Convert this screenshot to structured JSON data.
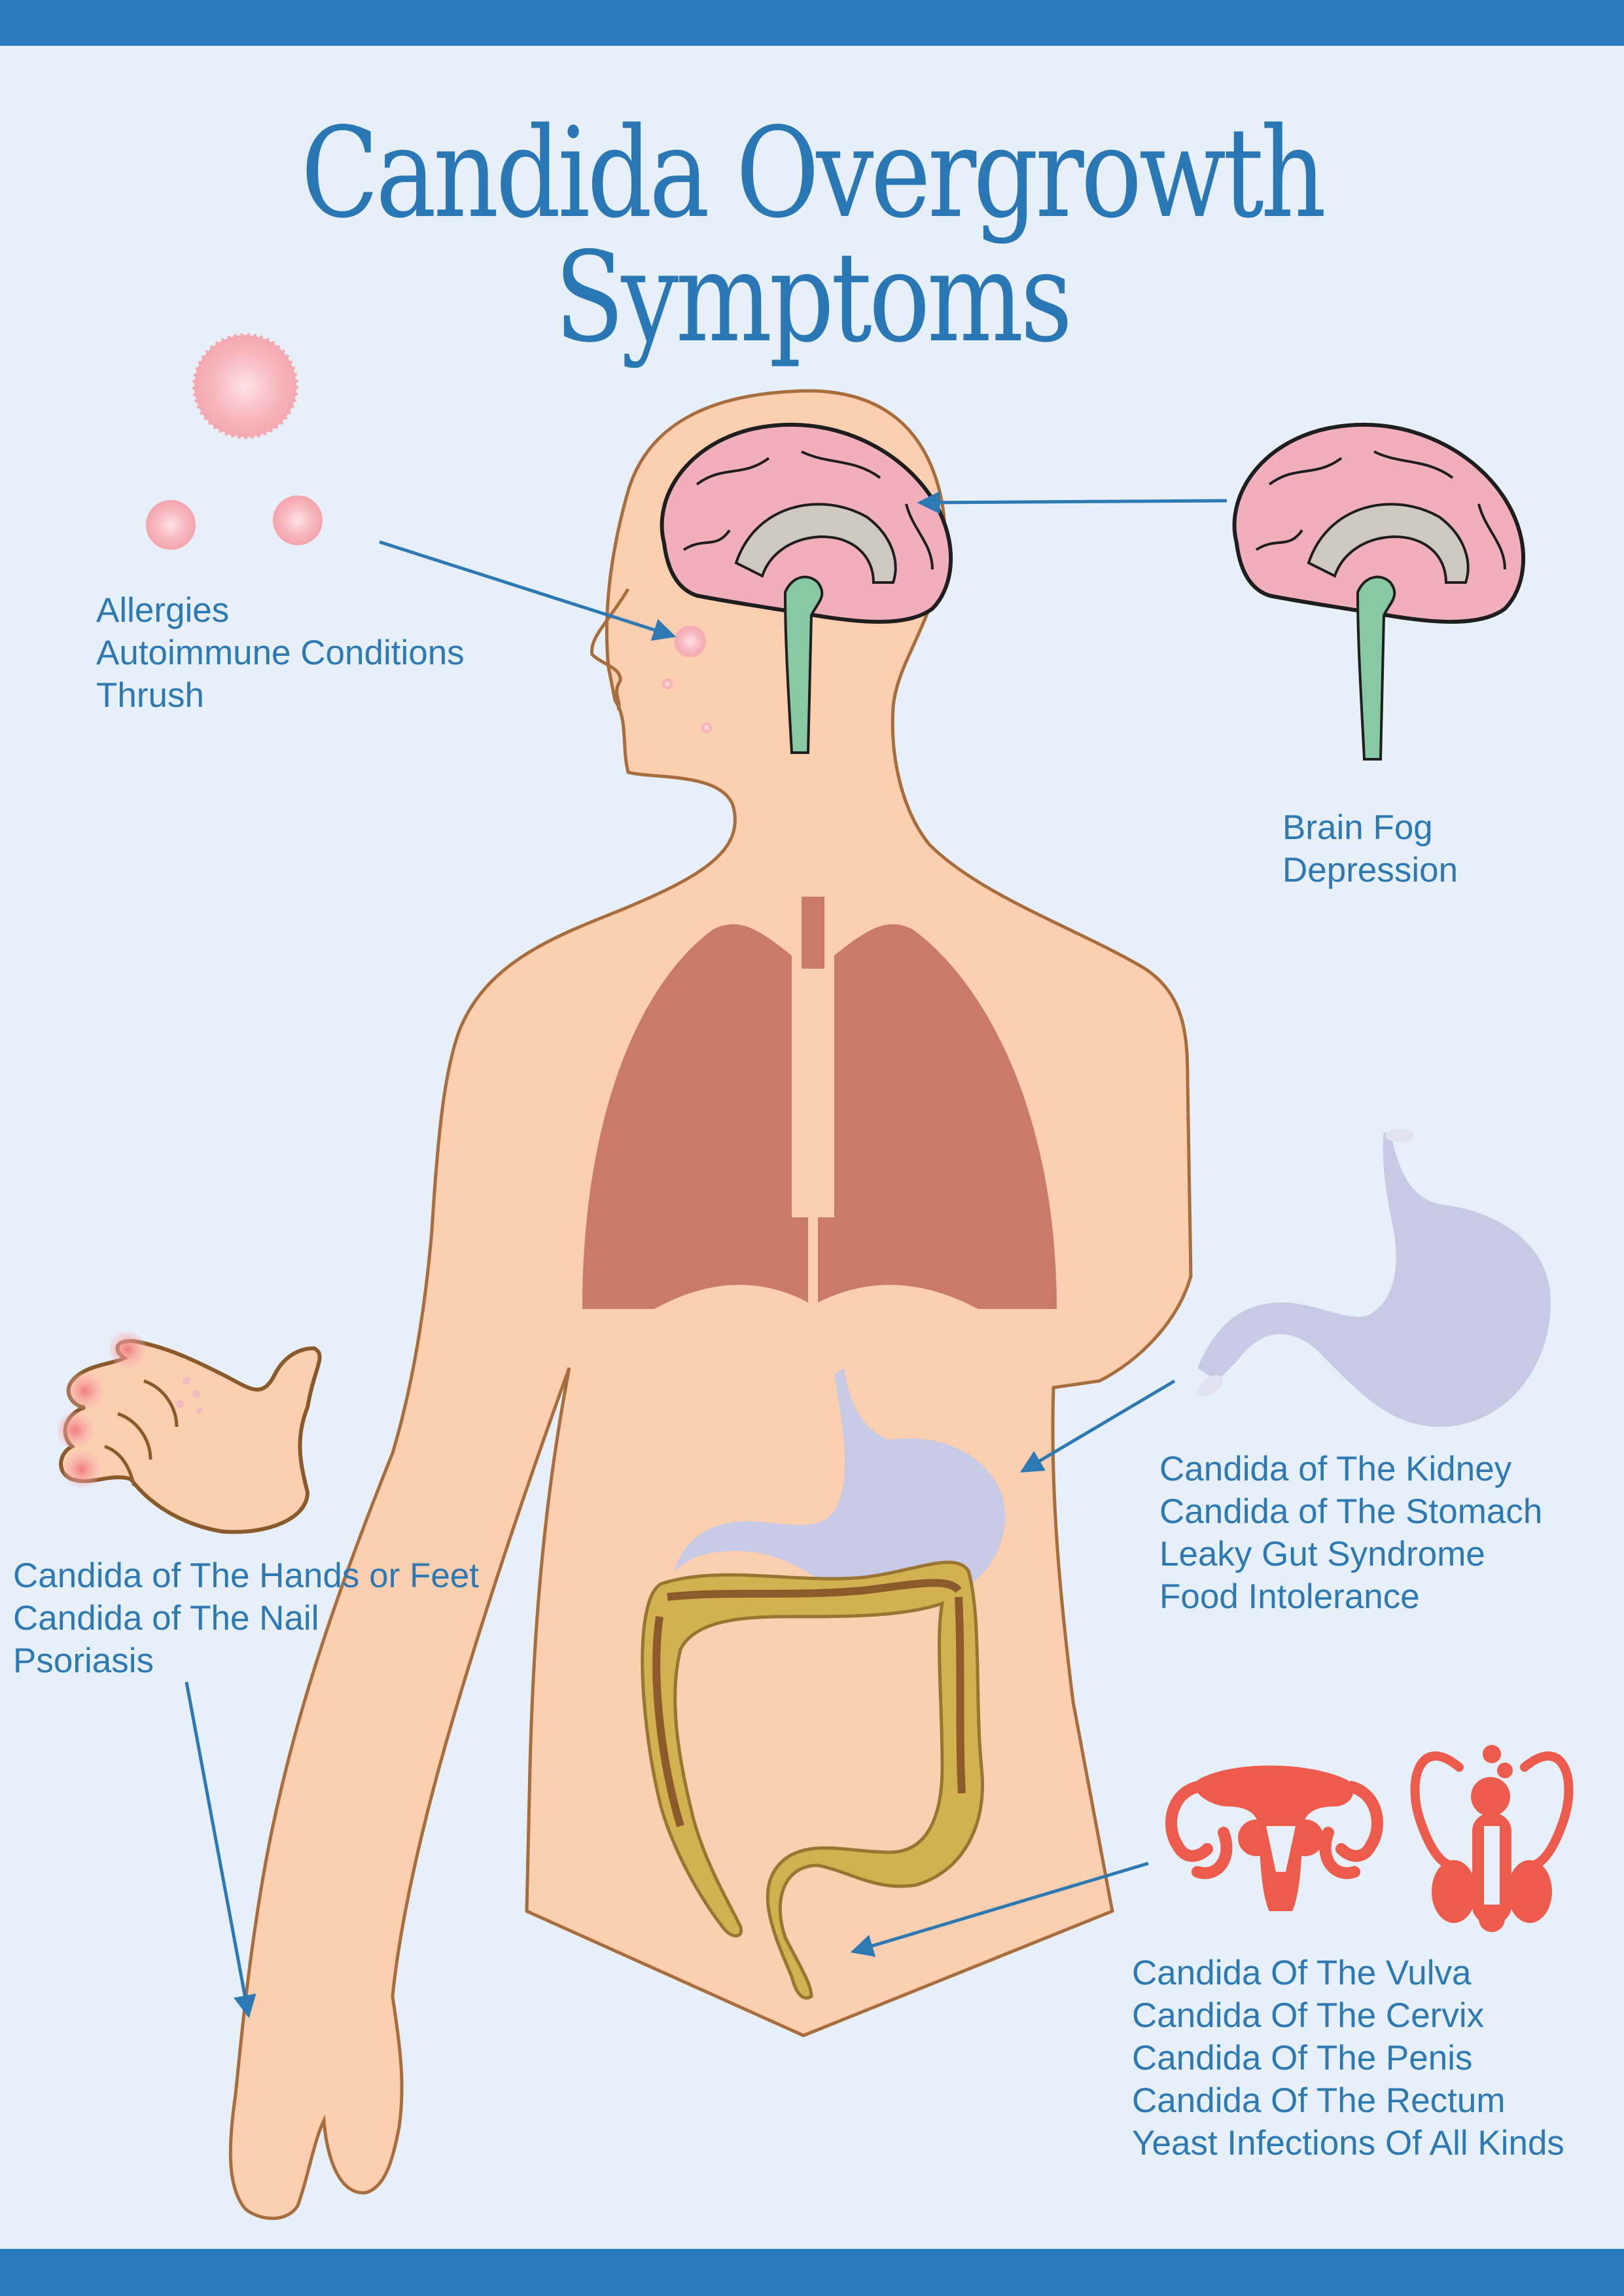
{
  "title": "Candida Overgrowth Symptoms",
  "colors": {
    "background": "#e7eff8",
    "accent_bar": "#2a7bbd",
    "text": "#2d79b3",
    "skin": "#fbcfb0",
    "outline": "#a86d3c",
    "brain": "#f1afbb",
    "lungs": "#c97b68",
    "stomach": "#c8c9e4",
    "intestine": "#d3b150",
    "reproductive": "#ec5b4b"
  },
  "labels": {
    "head": [
      "Allergies",
      "Autoimmune Conditions",
      "Thrush"
    ],
    "brain": [
      "Brain Fog",
      "Depression"
    ],
    "stomach": [
      "Candida of The Kidney",
      "Candida of The Stomach",
      "Leaky Gut Syndrome",
      "Food Intolerance"
    ],
    "hands": [
      "Candida of The Hands or Feet",
      "Candida of The Nail",
      "Psoriasis"
    ],
    "genital": [
      "Candida Of The Vulva",
      "Candida Of The Cervix",
      "Candida Of The Penis",
      "Candida Of The Rectum",
      "Yeast Infections Of All Kinds"
    ]
  },
  "icons": [
    "spore-icon",
    "brain-icon",
    "stomach-icon",
    "hand-icon",
    "uterus-icon",
    "male-reproductive-icon"
  ]
}
